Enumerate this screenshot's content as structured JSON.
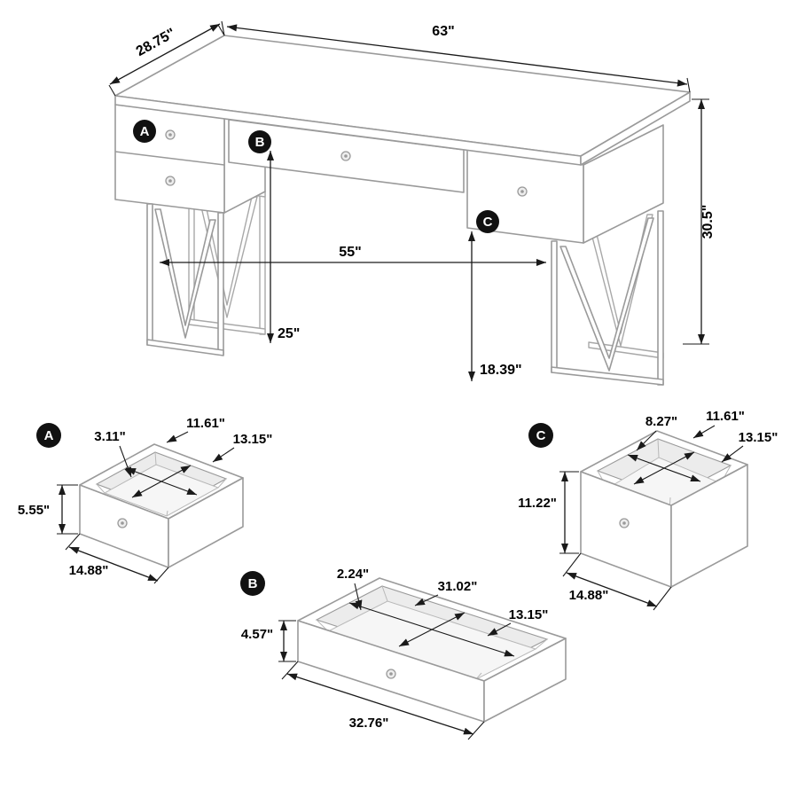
{
  "desk": {
    "labels": {
      "a": "A",
      "b": "B",
      "c": "C"
    },
    "dims": {
      "width": "63\"",
      "depth": "28.75\"",
      "height": "30.5\"",
      "leg_span": "55\"",
      "clearance_center": "25\"",
      "clearance_right": "18.39\""
    }
  },
  "drawer_a": {
    "label": "A",
    "dims": {
      "front_inset": "3.11\"",
      "inner_width": "11.61\"",
      "inner_depth": "13.15\"",
      "height": "5.55\"",
      "width": "14.88\""
    }
  },
  "drawer_b": {
    "label": "B",
    "dims": {
      "front_inset": "2.24\"",
      "inner_width": "31.02\"",
      "inner_depth": "13.15\"",
      "height": "4.57\"",
      "width": "32.76\""
    }
  },
  "drawer_c": {
    "label": "C",
    "dims": {
      "front_inset": "8.27\"",
      "inner_width": "11.61\"",
      "inner_depth": "13.15\"",
      "height": "11.22\"",
      "width": "14.88\""
    }
  },
  "colors": {
    "line_gray": "#9a9a9a",
    "dim_black": "#1a1a1a",
    "label_bg": "#111111",
    "label_fg": "#ffffff"
  }
}
